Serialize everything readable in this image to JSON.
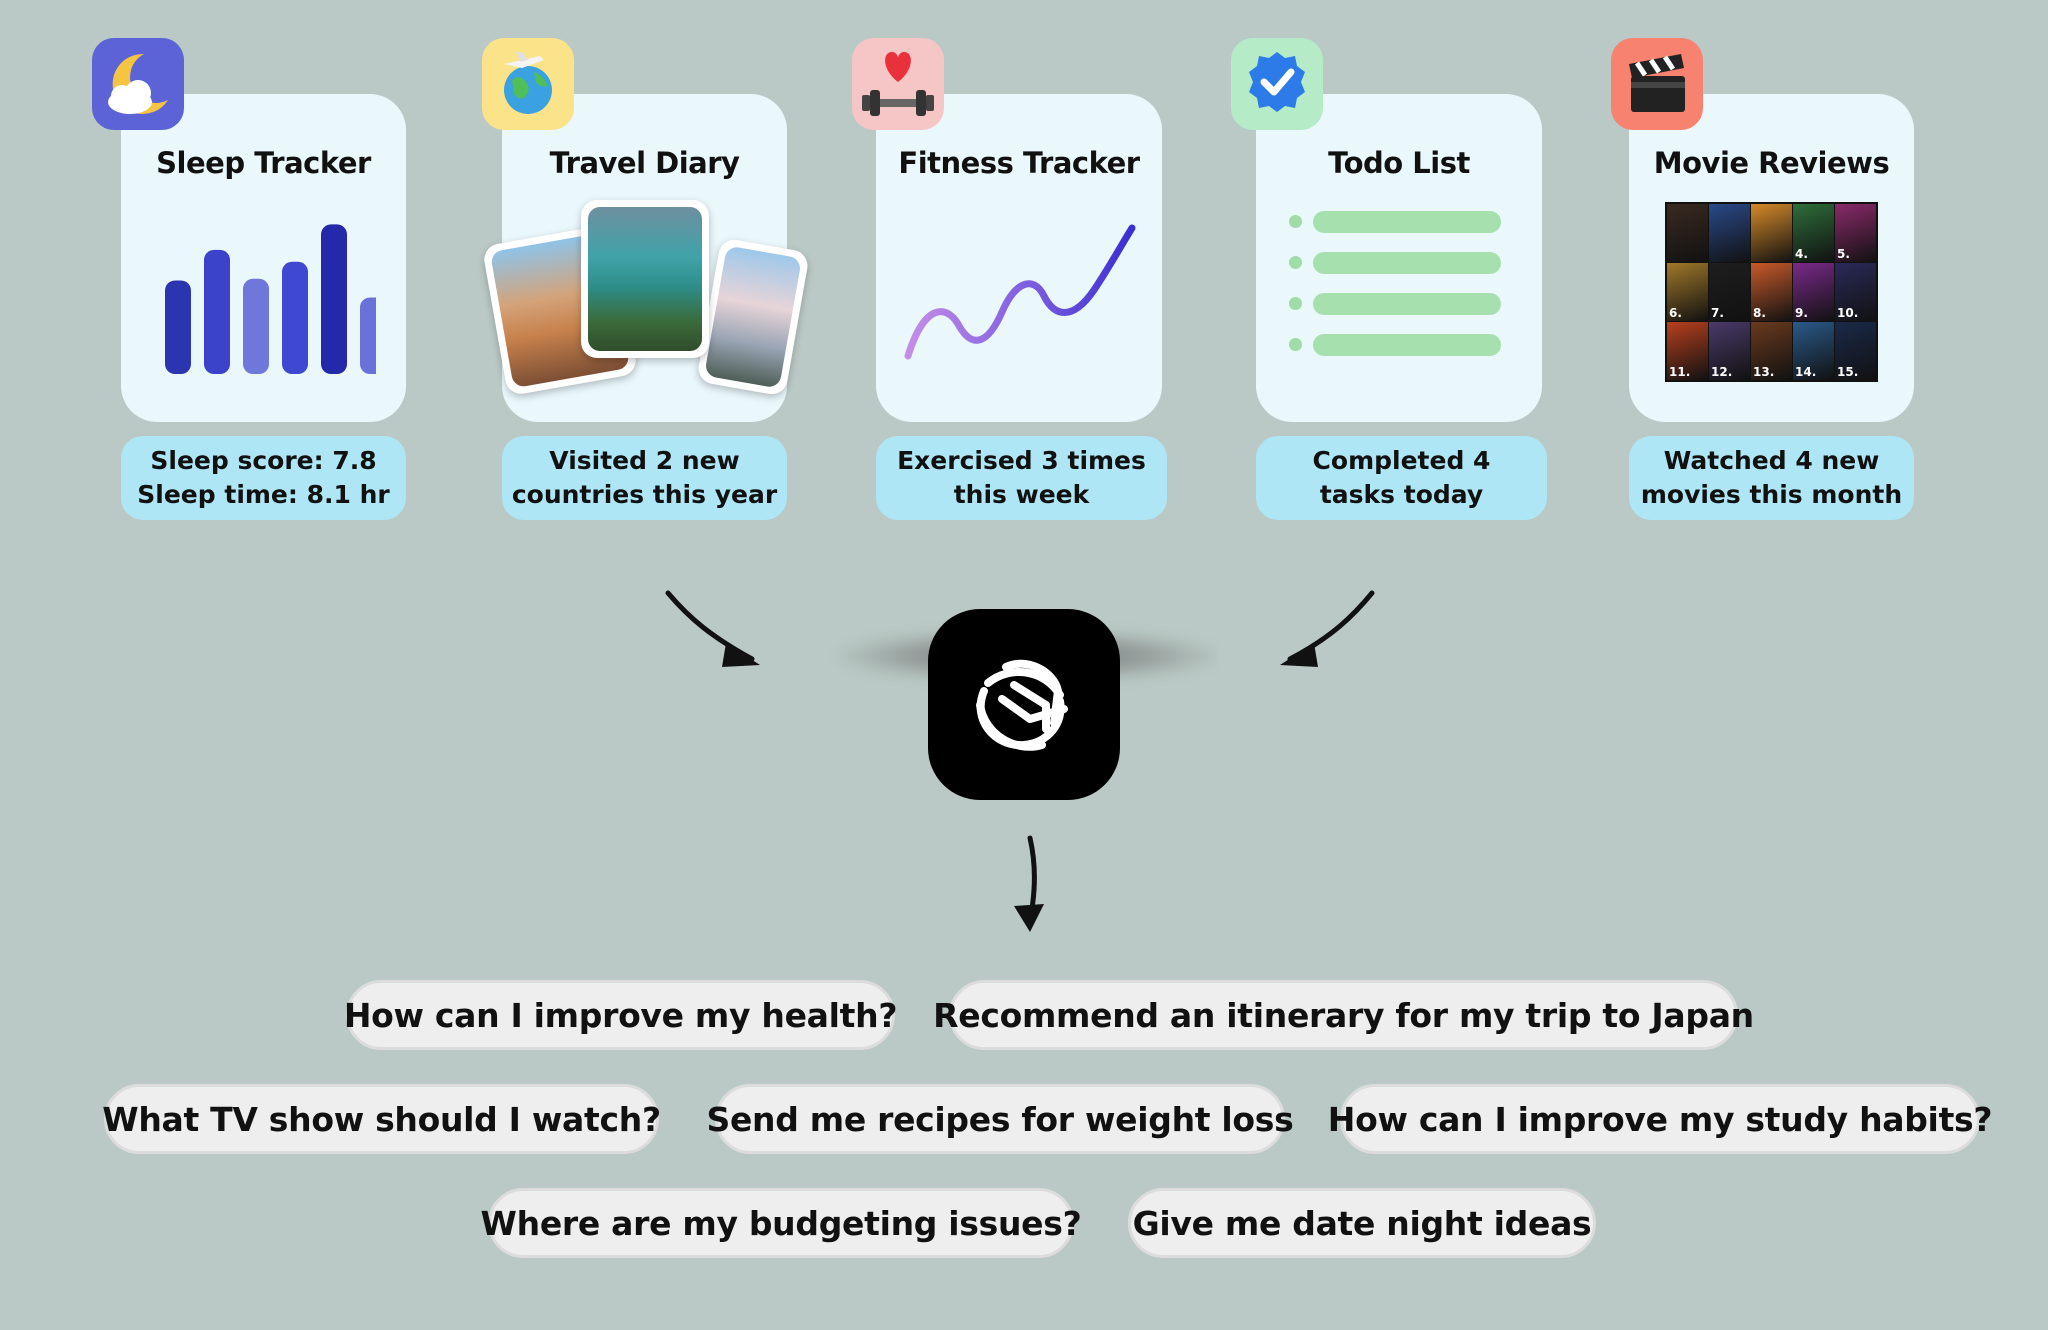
{
  "cards": [
    {
      "title": "Sleep Tracker",
      "caption": [
        "Sleep score: 7.8",
        "Sleep time: 8.1 hr"
      ],
      "icon": "moon-cloud-icon",
      "icon_bg": "#5b63d6"
    },
    {
      "title": "Travel Diary",
      "caption": [
        "Visited 2 new",
        "countries this year"
      ],
      "icon": "globe-plane-icon",
      "icon_bg": "#fbe38a"
    },
    {
      "title": "Fitness Tracker",
      "caption": [
        "Exercised 3 times",
        "this week"
      ],
      "icon": "heart-dumbbell-icon",
      "icon_bg": "#f6c6c6"
    },
    {
      "title": "Todo List",
      "caption": [
        "Completed 4",
        "tasks today"
      ],
      "icon": "check-badge-icon",
      "icon_bg": "#b6ebc7"
    },
    {
      "title": "Movie Reviews",
      "caption": [
        "Watched 4 new",
        "movies this month"
      ],
      "icon": "clapperboard-icon",
      "icon_bg": "#f7826f"
    }
  ],
  "sleep_bars": [
    0.55,
    0.73,
    0.56,
    0.66,
    0.88,
    0.45
  ],
  "movie_poster_numbers": [
    "",
    "",
    "",
    "4.",
    "5.",
    "6.",
    "7.",
    "8.",
    "9.",
    "10.",
    "11.",
    "12.",
    "13.",
    "14.",
    "15."
  ],
  "center_icon": "chatgpt-logo-icon",
  "prompts": [
    "How can I improve my health?",
    "Recommend an itinerary for my trip to Japan",
    "What TV show should I watch?",
    "Send me recipes for weight loss",
    "How can I improve my study habits?",
    "Where are my budgeting issues?",
    "Give me date night ideas"
  ],
  "colors": {
    "background": "#bac9c5",
    "card": "#eaf8fc",
    "caption": "#aee6f6",
    "pill": "#eeeeee"
  }
}
